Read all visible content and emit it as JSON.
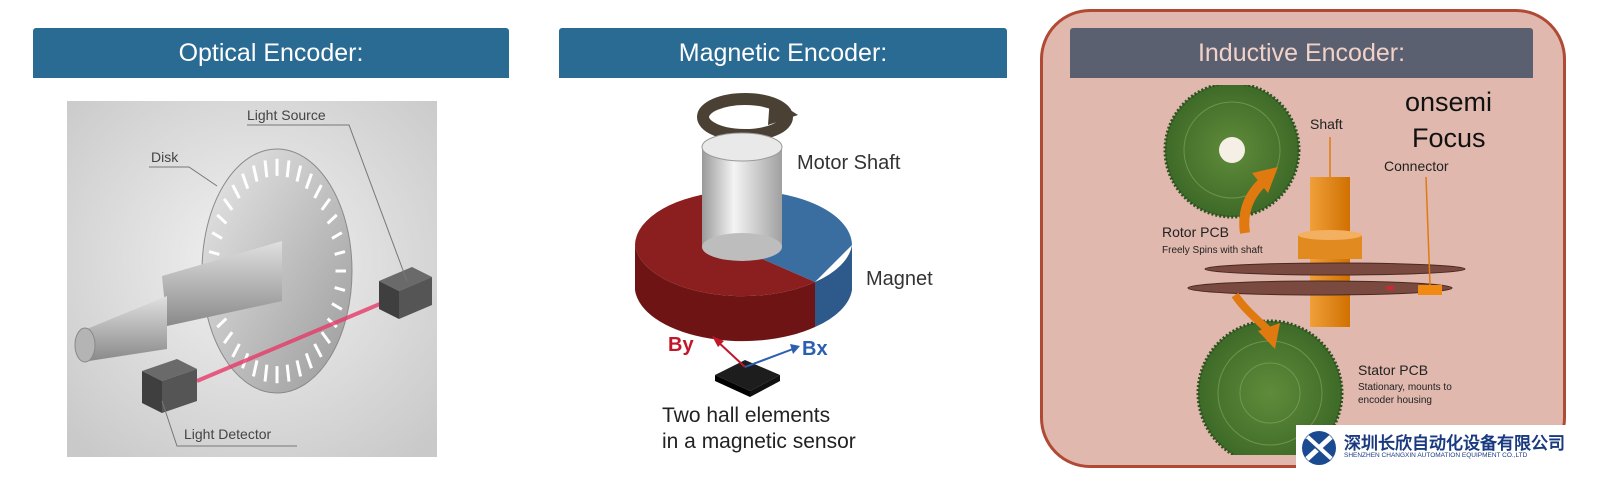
{
  "panels": {
    "optical": {
      "title": "Optical Encoder:",
      "labels": {
        "light_source": "Light Source",
        "disk": "Disk",
        "light_detector": "Light Detector"
      }
    },
    "magnetic": {
      "title": "Magnetic Encoder:",
      "labels": {
        "motor_shaft": "Motor Shaft",
        "magnet": "Magnet",
        "by": "By",
        "bx": "Bx",
        "caption_line1": "Two hall elements",
        "caption_line2": "in a magnetic sensor"
      }
    },
    "inductive": {
      "title": "Inductive Encoder:",
      "labels": {
        "onsemi": "onsemi",
        "focus": "Focus",
        "shaft": "Shaft",
        "connector": "Connector",
        "rotor_pcb": "Rotor PCB",
        "rotor_desc": "Freely Spins with shaft",
        "stator_pcb": "Stator PCB",
        "stator_desc1": "Stationary, mounts to",
        "stator_desc2": "encoder housing"
      }
    }
  },
  "watermark": {
    "cn_name": "深圳长欣自动化设备有限公司",
    "en_name": "SHENZHEN CHANGXIN AUTOMATION EQUIPMENT CO.,LTD"
  },
  "colors": {
    "header_blue": "#2a6b94",
    "header_gray": "#5a6070",
    "inductive_bg": "#e0b8ae",
    "inductive_border": "#b04a35",
    "by_red": "#c0182a",
    "bx_blue": "#2b5fb0"
  }
}
